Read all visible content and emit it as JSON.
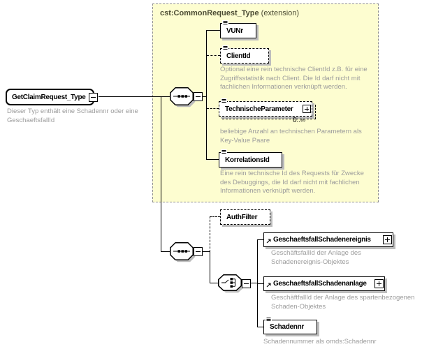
{
  "diagram": {
    "root": {
      "name": "GetClaimRequest_Type",
      "doc": [
        "Dieser Typ enthält eine Schadennr oder eine",
        "GeschaeftsfallId"
      ]
    },
    "extension_box": {
      "title": "cst:CommonRequest_Type",
      "suffix": " (extension)"
    },
    "elements": {
      "vunr": {
        "name": "VUNr"
      },
      "client_id": {
        "name": "ClientId",
        "doc": [
          "Optional eine rein technische ClientId z.B. für eine",
          "Zugriffsstatistik nach Client. Die Id darf nicht mit",
          "fachlichen Informationen verknüpft werden."
        ]
      },
      "technische_parameter": {
        "name": "TechnischeParameter",
        "occurrence": "0..∞",
        "doc": [
          "beliebige Anzahl an technischen Parametern als",
          "Key-Value Paare"
        ]
      },
      "korrelations_id": {
        "name": "KorrelationsId",
        "doc": [
          "Eine rein technische Id des Requests für Zwecke",
          "des Debuggings, die Id darf nicht mit fachlichen",
          "Informationen verknüpft werden."
        ]
      },
      "auth_filter": {
        "name": "AuthFilter"
      },
      "geschaeftsfall_schadenereignis": {
        "name": "GeschaeftsfallSchadenereignis",
        "doc": [
          "GeschäftsfallId der Anlage des",
          "Schadenereignis-Objektes"
        ]
      },
      "geschaeftsfall_schadenanlage": {
        "name": "GeschaeftsfallSchadenanlage",
        "doc": [
          "GeschäftfallId der Anlage des spartenbezogenen",
          "Schaden-Objektes"
        ]
      },
      "schadennr": {
        "name": "Schadennr",
        "doc": [
          "Schadennummer als omds:Schadennr"
        ]
      }
    },
    "colors": {
      "extension_background": "#fdfdd0",
      "extension_title": "#4b4b33",
      "annotation_text": "#9c9c9c",
      "box_shadow": "#bdbdbd"
    }
  }
}
